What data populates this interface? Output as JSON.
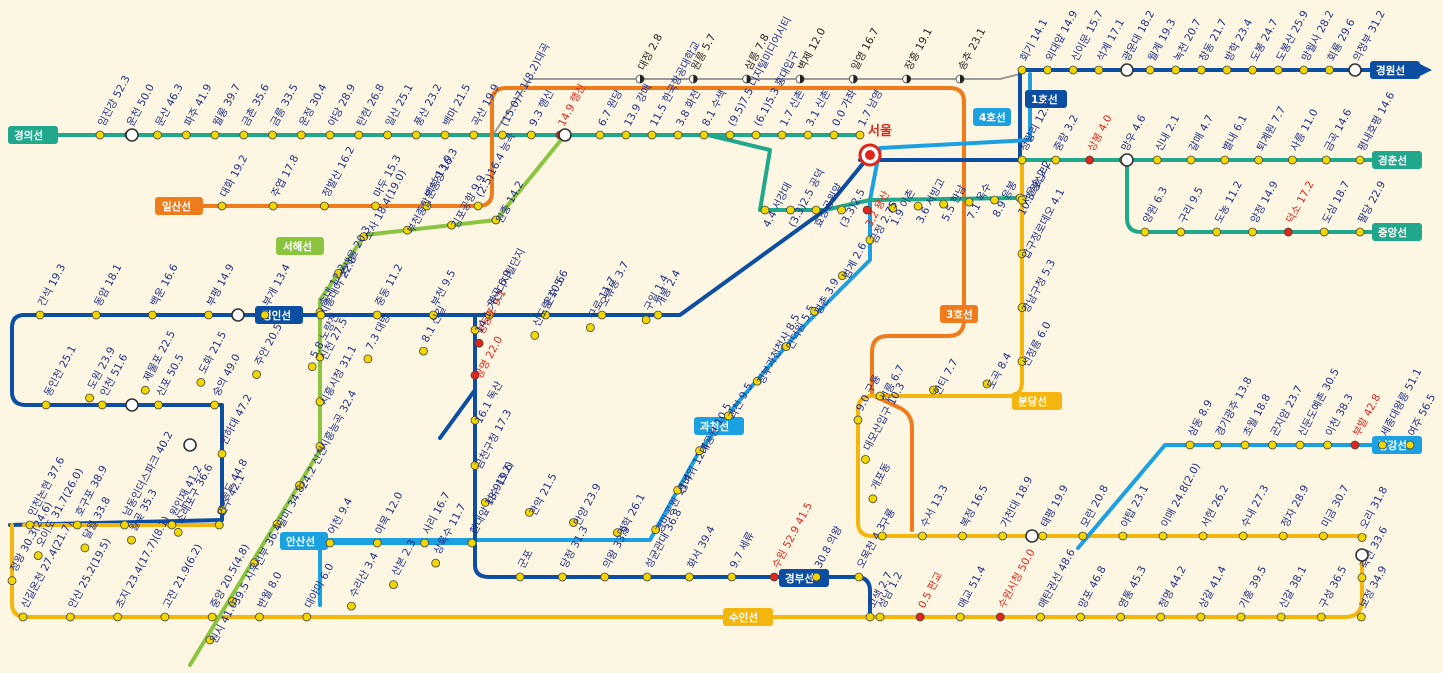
{
  "hub": "서울",
  "colors": {
    "line1": "#0b4ea2",
    "line3": "#ef7c1c",
    "line4": "#1ba1e2",
    "suin": "#f5b50f",
    "gyeongui": "#21a88c",
    "seohae": "#8bc53f",
    "gyeongchun": "#21a88c",
    "gray": "#9a9a9a",
    "station": "#f2d600",
    "hub": "#e1251b"
  },
  "line_tags": {
    "gyeongui": "경의선",
    "ilsan": "일산선",
    "seohae": "서해선",
    "gyeongin": "경인선",
    "line4": "4호선",
    "line1": "1호선",
    "line3": "3호선",
    "gyeongwon": "경원선",
    "gyeongchun": "경춘선",
    "jungang": "중앙선",
    "bundang": "분당선",
    "gwacheon": "과천선",
    "ansan": "안산선",
    "gyeongbu": "경부선",
    "suin": "수인선",
    "gyeonggang": "경강선"
  },
  "stations": {
    "gyeongui": [
      "임진강 52.3",
      "운천 50.0",
      "문산 46.3",
      "파주 41.9",
      "월롱 39.7",
      "금촌 35.6",
      "금릉 33.5",
      "운정 30.4",
      "야당 28.9",
      "탄현 26.8",
      "일산 25.1",
      "풍산 23.2",
      "백마 21.5",
      "곡산 19.9",
      "(15.0)7.1(8.2)대곡",
      "9.3 행신",
      "14.9 행신"
    ],
    "gyeongui_east": [
      "6.7 원당",
      "13.9 강매",
      "11.5 한국항공대학교",
      "3.8 화전",
      "8.1 수색",
      "(9.5)7.5 디지털미디어시티",
      "(6.1)5.3 홍대입구",
      "1.7 신촌",
      "3.1 신촌",
      "0.0 가좌",
      "1.7 남영"
    ],
    "ilsan": [
      "대화 19.2",
      "주엽 17.8",
      "정발산 16.2",
      "마두 15.3",
      "백석 13.9",
      "(2.5)16.4 능곡"
    ],
    "gray": [
      "대정 2.8",
      "원릉 5.7",
      "삼릉 7.8",
      "벽제 12.0",
      "일영 16.7",
      "장흥 19.1",
      "송추 23.1"
    ],
    "gyeongwon": [
      "회기 14.1",
      "외대앞 14.9",
      "신이문 15.7",
      "석계 17.1",
      "광운대 18.2",
      "월계 19.3",
      "녹천 20.7",
      "창동 21.7",
      "방학 23.4",
      "도봉 24.7",
      "도봉산 25.9",
      "망월사 28.2",
      "회룡 29.6",
      "의정부 31.2"
    ],
    "gyeongchun": [
      "청량리 12.7",
      "중랑 3.2",
      "상봉 4.0",
      "망우 4.6",
      "신내 2.1",
      "갈매 4.7",
      "별내 6.1",
      "퇴계원 7.7",
      "사릉 11.0",
      "금곡 14.6",
      "평내호평 14.6"
    ],
    "jungang": [
      "양원 6.3",
      "구리 9.5",
      "도농 11.2",
      "양정 14.9",
      "덕소 17.2",
      "도심 18.7",
      "팔당 22.9"
    ],
    "central": [
      "4.4 서강대",
      "(3.3)2.5 공덕",
      "효창공원앞",
      "(3.3)2.5",
      "3.2 용산",
      "1.9 이촌",
      "3.6 서빙고",
      "5.5 한남",
      "7.1 옥수",
      "8.9 응봉",
      "10.3 왕십리"
    ],
    "bundang": [
      "서울숲 2.2",
      "압구정로데오 4.1",
      "강남구청 5.3",
      "선정릉 6.0",
      "도곡 8.4",
      "한티 7.7",
      "선릉 6.7"
    ],
    "seohae": [
      "원종 14.2",
      "김포공항 9.9",
      "부천종합운동장 16.3",
      "소사 18.4(19.0)",
      "소새울 20.3",
      "시흥대야 22.8",
      "신천 27.5",
      "시흥시청 31.1",
      "시흥능곡 32.4",
      "24.2 신천",
      "달미 34.8",
      "선부 36.4",
      "39.5 시우",
      "원시 41.0"
    ],
    "gyeongin": [
      "간석 19.3",
      "동암 18.1",
      "백운 16.6",
      "부평 14.9",
      "부개 13.4",
      "송내 12.2",
      "중동 11.2",
      "부천 9.5",
      "역곡 6.9",
      "온수 5.6",
      "오류동 3.7",
      "개봉 2.4",
      "구일 1.4",
      "구로 11.7",
      "신도림 10.6",
      "영등포 9.1",
      "8.1 신길",
      "7.3 대방",
      "5.8 노량진",
      "주안 20.5",
      "도화 21.5",
      "제물포 22.5",
      "도원 23.9",
      "동인천 25.1",
      "인천 51.6",
      "신포 50.5",
      "숭의 49.0",
      "인하대 47.2",
      "송도 44.8"
    ],
    "gwacheon": [
      "14.1 가산디지털단지",
      "광명 22.0",
      "16.1 독산",
      "금천구청 17.3",
      "석수 19.6",
      "관악 21.5",
      "안양 23.9",
      "명학 26.1",
      "경마공원 11.4",
      "선바위 12.4",
      "대공원 10.5",
      "과천 9.5",
      "정부과천청사 8.5",
      "인덕원 5.5",
      "평촌 3.9",
      "범계 2.6",
      "금정 2.75"
    ],
    "gyeongbu": [
      "군포",
      "당정 31.3",
      "의왕 33.9",
      "성균관대 36.8",
      "화서 39.4",
      "9.7 세류",
      "수원 52.9 41.5",
      "30.8 의왕",
      "오목천 4.3",
      "고색 2.7"
    ],
    "ansan": [
      "인천논현 37.6",
      "호구포 38.9",
      "남동인더스파크 40.2",
      "원인재 41.2",
      "연수 42.1",
      "소래포구 36.6",
      "월곶 35.3",
      "달월 33.8",
      "오이도 31.7(26.0)",
      "정왕 30.3(24.6)",
      "신길온천 27.4(21.7)",
      "안산 25.2(19.5)",
      "초지 23.4(17.7)(8.1)",
      "고잔 21.9(6.2)",
      "중앙 20.5(4.8)",
      "반월 8.0",
      "대야미 6.0",
      "수리산 3.4",
      "산본 2.3",
      "상록수 11.7",
      "한대앞 18.9(3.2)",
      "사리 16.7",
      "야목 12.0",
      "어천 9.4"
    ],
    "suin_east": [
      "9.0 구룡",
      "대모산입구 10.3",
      "개포동",
      "구룡",
      "수서 13.3",
      "복정 16.5",
      "가천대 18.9",
      "태평 19.9",
      "모란 20.8",
      "야탑 23.1",
      "이매 24.8(2.0)",
      "서현 26.2",
      "수내 27.3",
      "정자 28.9",
      "미금 30.7",
      "오리 31.8",
      "죽전 33.6",
      "보정 34.9",
      "구성 36.5",
      "신갈 38.1",
      "기흥 39.5",
      "상갈 41.4",
      "청명 44.2",
      "영통 45.3",
      "망포 46.8",
      "매탄권선 48.6",
      "수원시청 50.0",
      "매교 51.4",
      "0.5 판교",
      "성남 1.2"
    ],
    "gyeonggang": [
      "삼동 8.9",
      "경기광주 13.8",
      "초월 18.8",
      "곤지암 23.7",
      "신둔도예촌 30.5",
      "이천 38.3",
      "부발 42.8",
      "세종대왕릉 51.1",
      "여주 56.5"
    ]
  }
}
